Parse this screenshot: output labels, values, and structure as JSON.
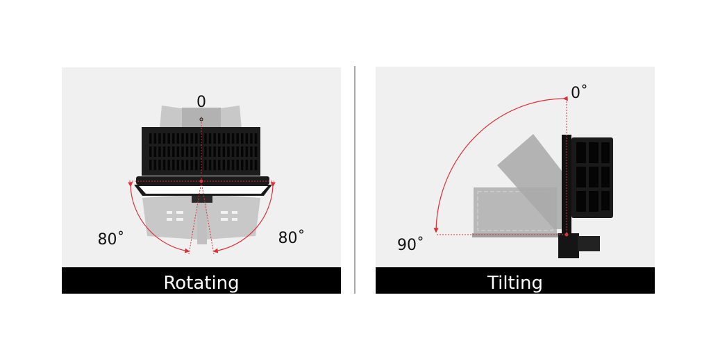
{
  "panels": [
    {
      "caption": "Rotating",
      "labels": {
        "top": "0",
        "left": "80˚",
        "right": "80˚"
      }
    },
    {
      "caption": "Tilting",
      "labels": {
        "top": "0˚",
        "bottom": "90˚"
      }
    }
  ],
  "colors": {
    "panel_bg": "#f0f0f0",
    "caption_bg": "#000000",
    "guide": "#d9323a",
    "fixture": "#1a1a1a",
    "ghost": "#b5b5b5"
  }
}
